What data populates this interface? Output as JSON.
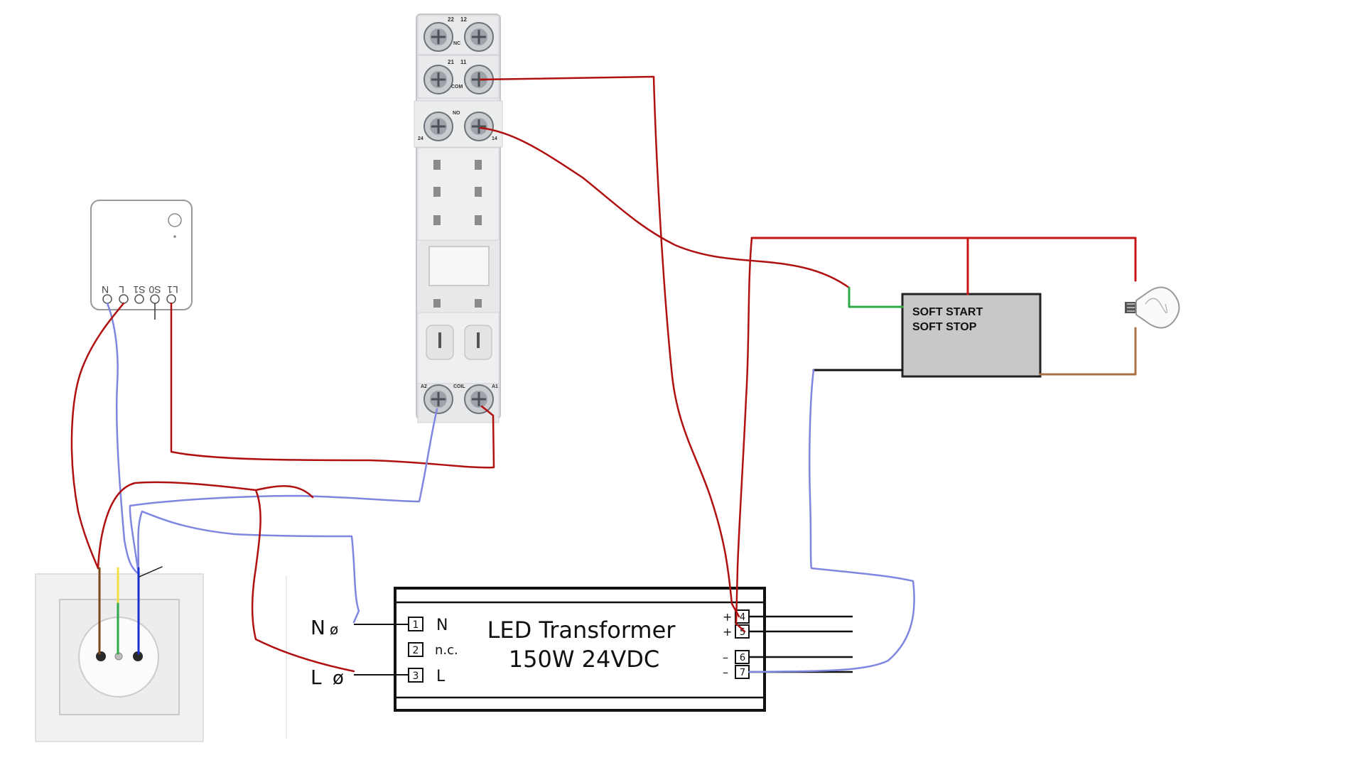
{
  "relay": {
    "top_terms_1": [
      "22",
      "12"
    ],
    "top_label_1": "NC",
    "top_terms_2": [
      "21",
      "11"
    ],
    "top_label_2": "COM",
    "no_label": "NO",
    "no_terms": [
      "24",
      "14"
    ],
    "coil_label": "COIL",
    "coil_terms": [
      "A2",
      "A1"
    ]
  },
  "module": {
    "pins": [
      "N",
      "L",
      "S1",
      "S0",
      "L1"
    ]
  },
  "soft_starter": {
    "line1": "SOFT START",
    "line2": "SOFT STOP"
  },
  "transformer": {
    "title": "LED Transformer",
    "subtitle": "150W 24VDC",
    "left_terminals": [
      {
        "num": "1",
        "label": "N"
      },
      {
        "num": "2",
        "label": "n.c."
      },
      {
        "num": "3",
        "label": "L"
      }
    ],
    "right_terminals": [
      {
        "num": "4",
        "sign": "+"
      },
      {
        "num": "5",
        "sign": "+"
      },
      {
        "num": "6",
        "sign": "–"
      },
      {
        "num": "7",
        "sign": "–"
      }
    ],
    "n_label": "N",
    "l_label": "L",
    "symbol": "ø"
  },
  "colors": {
    "live_wire": "#b01010",
    "neutral_wire": "#7f86e0",
    "earth_wire": "#2fa84a",
    "lamp_wire": "#a87045",
    "relay_body": "#e9eaec",
    "soft_box": "#c8c8c8"
  }
}
